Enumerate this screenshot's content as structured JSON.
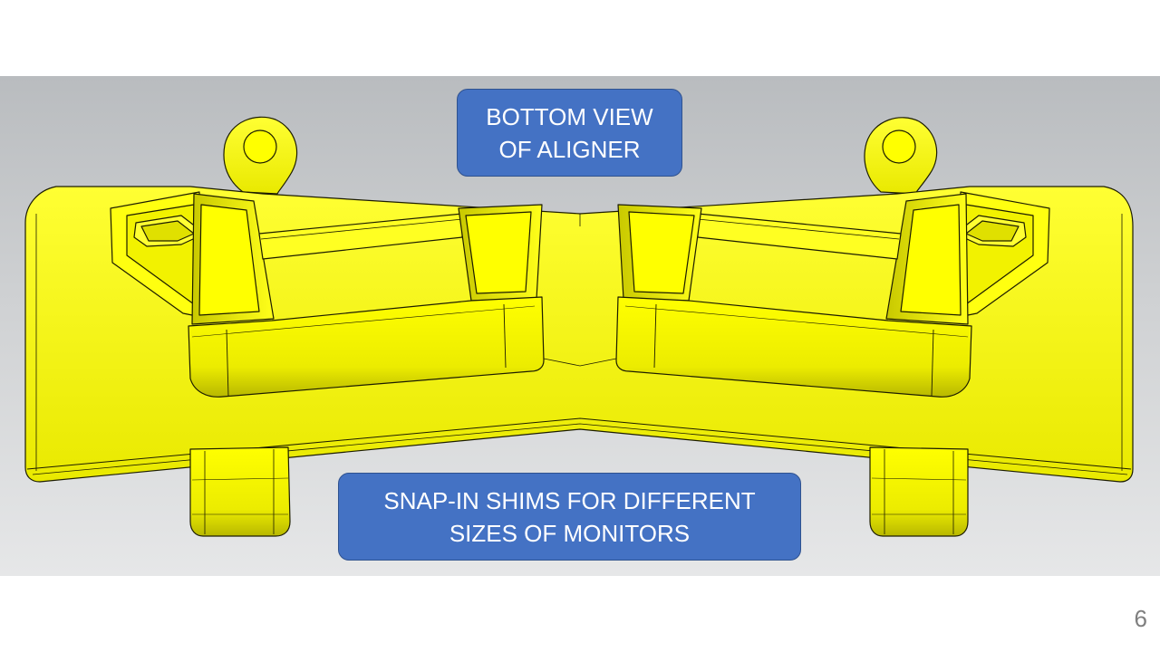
{
  "slide": {
    "number": "6",
    "background_color": "#ffffff",
    "render_background": "#c8cacc",
    "part_color": "#ffff00",
    "callout_color": "#4472c4"
  },
  "image": {
    "subject": "bottom view of yellow CAD aligner model"
  },
  "callouts": {
    "top": {
      "line1": "BOTTOM VIEW",
      "line2": "OF ALIGNER"
    },
    "bottom": {
      "line1": "SNAP-IN SHIMS FOR DIFFERENT",
      "line2": "SIZES OF MONITORS"
    }
  }
}
